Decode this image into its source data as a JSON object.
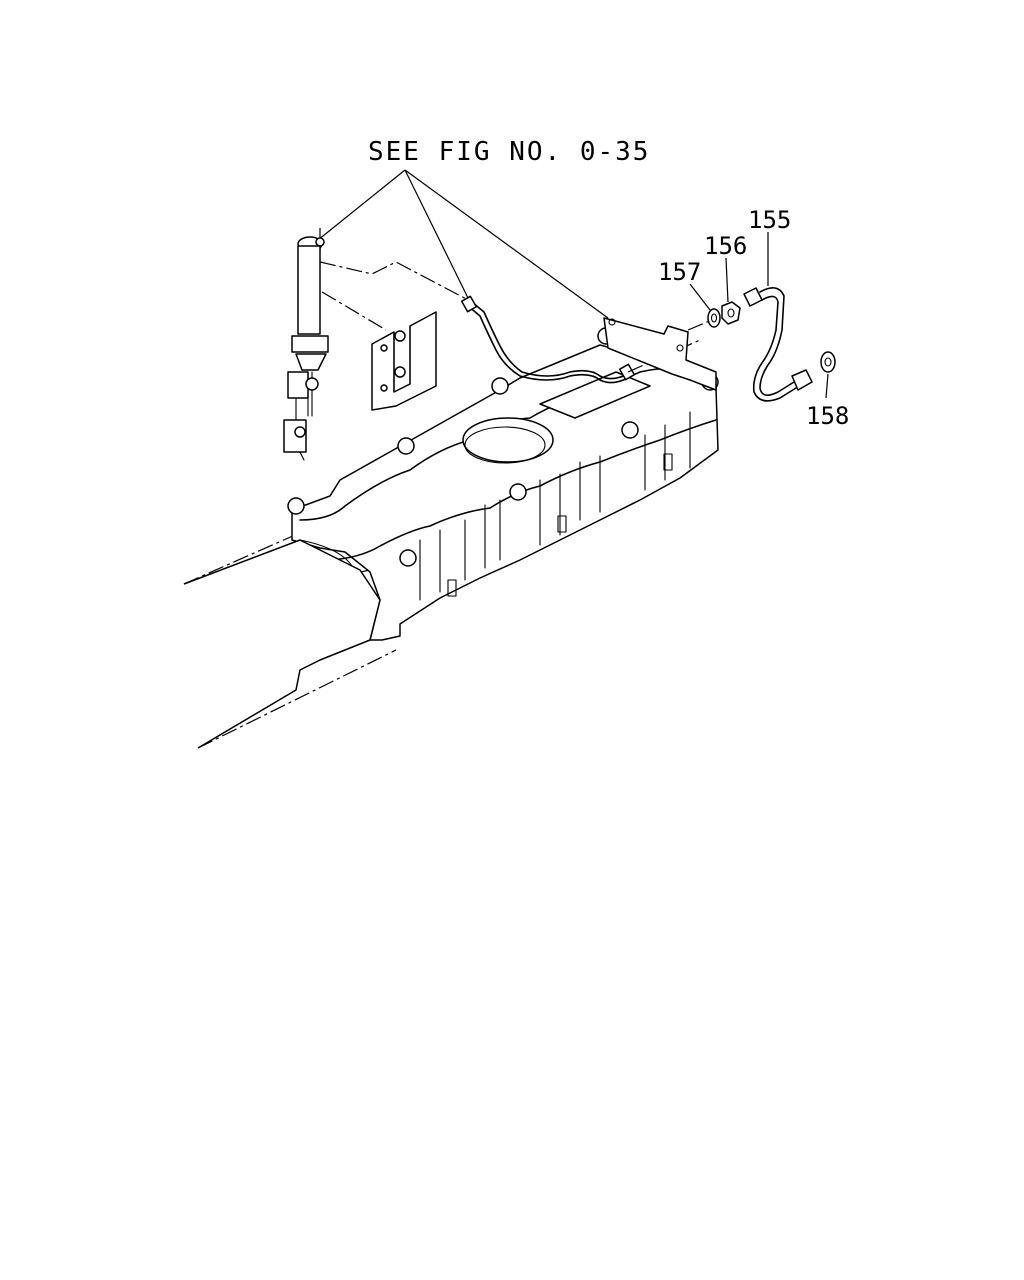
{
  "diagram": {
    "reference_note": "SEE FIG NO. 0-35",
    "callouts": [
      {
        "id": "155",
        "label": "155"
      },
      {
        "id": "156",
        "label": "156"
      },
      {
        "id": "157",
        "label": "157"
      },
      {
        "id": "158",
        "label": "158"
      }
    ]
  }
}
